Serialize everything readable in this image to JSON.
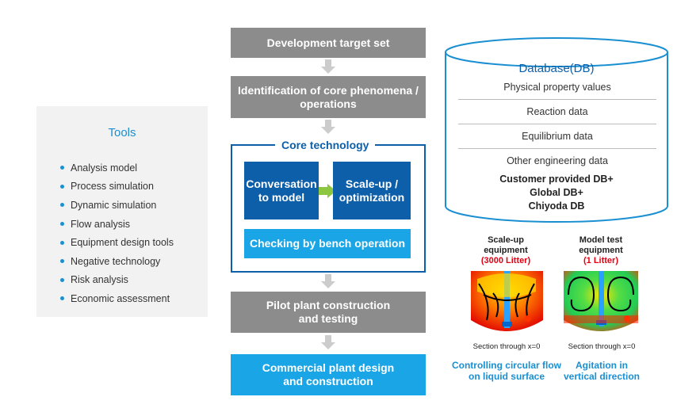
{
  "tools": {
    "title": "Tools",
    "items": [
      "Analysis model",
      "Process simulation",
      "Dynamic simulation",
      "Flow analysis",
      "Equipment design tools",
      "Negative technology",
      "Risk analysis",
      "Economic assessment"
    ]
  },
  "flow": {
    "development_target": "Development target set",
    "identification_line1": "Identification of core phenomena /",
    "identification_line2": "operations",
    "core_title": "Core technology",
    "conversation_line1": "Conversation",
    "conversation_line2": "to model",
    "scaleup_line1": "Scale-up /",
    "scaleup_line2": "optimization",
    "bench": "Checking by bench operation",
    "pilot_line1": "Pilot plant construction",
    "pilot_line2": "and testing",
    "commercial_line1": "Commercial plant design",
    "commercial_line2": "and construction"
  },
  "database": {
    "title": "Database(DB)",
    "rows": [
      "Physical property values",
      "Reaction data",
      "Equilibrium data",
      "Other engineering data"
    ],
    "bold": [
      "Customer provided DB+",
      "Global DB+",
      "Chiyoda DB"
    ]
  },
  "equipment": {
    "scaleup": {
      "title_line1": "Scale-up",
      "title_line2": "equipment",
      "volume": "3000 Litter",
      "section": "Section through x=0",
      "caption_line1": "Controlling circular flow",
      "caption_line2": "on liquid surface"
    },
    "model": {
      "title_line1": "Model test",
      "title_line2": "equipment",
      "volume": "1 Litter",
      "section": "Section through x=0",
      "caption_line1": "Agitation in",
      "caption_line2": "vertical direction"
    }
  },
  "colors": {
    "accent_blue": "#1a8fd1",
    "navy": "#0d5faa",
    "cyan": "#1aa5e6",
    "grey_box": "#8c8c8c",
    "green_arrow": "#8dc63f",
    "volume_red": "#e60012"
  }
}
